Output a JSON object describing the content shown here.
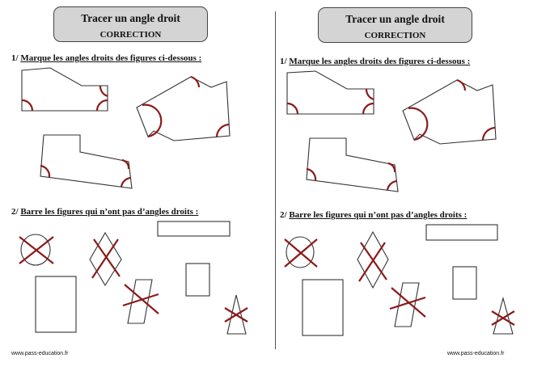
{
  "worksheet": {
    "title": "Tracer un angle droit",
    "subtitle": "CORRECTION",
    "q1_number": "1/",
    "q1_text": "Marque les angles droits des figures ci-dessous :",
    "q2_number": "2/",
    "q2_text": "Barre les figures qui n’ont pas d’angles droits :",
    "footer": "www.pass-education.fr"
  },
  "colors": {
    "mark": "#8b1a1a",
    "outline": "#333333",
    "title_box": "#d4d4d4"
  },
  "icons": [
    "right-angle-arc",
    "cross-out-mark"
  ]
}
